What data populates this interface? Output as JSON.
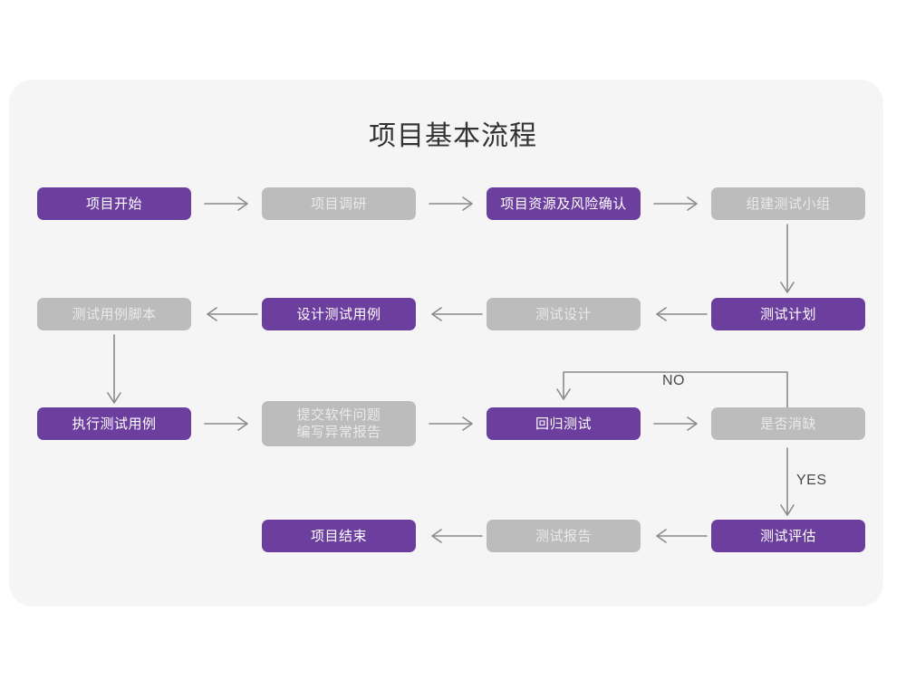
{
  "page": {
    "title": "项目基本流程",
    "background_color": "#ffffff",
    "card_color": "#f5f5f5"
  },
  "theme": {
    "purple": "#6c3f9e",
    "gray": "#bcbcbc",
    "purple_text": "#ffffff",
    "gray_text": "#eaeaea",
    "connector": "#8a8a8a",
    "title_color": "#333333"
  },
  "flowchart": {
    "type": "flowchart",
    "nodes": [
      {
        "id": "n1",
        "label": "项目开始",
        "style": "purple",
        "row": 1,
        "col": 1
      },
      {
        "id": "n2",
        "label": "项目调研",
        "style": "gray",
        "row": 1,
        "col": 2
      },
      {
        "id": "n3",
        "label": "项目资源及风险确认",
        "style": "purple",
        "row": 1,
        "col": 3
      },
      {
        "id": "n4",
        "label": "组建测试小组",
        "style": "gray",
        "row": 1,
        "col": 4
      },
      {
        "id": "n5",
        "label": "测试用例脚本",
        "style": "gray",
        "row": 2,
        "col": 1
      },
      {
        "id": "n6",
        "label": "设计测试用例",
        "style": "purple",
        "row": 2,
        "col": 2
      },
      {
        "id": "n7",
        "label": "测试设计",
        "style": "gray",
        "row": 2,
        "col": 3
      },
      {
        "id": "n8",
        "label": "测试计划",
        "style": "purple",
        "row": 2,
        "col": 4
      },
      {
        "id": "n9",
        "label": "执行测试用例",
        "style": "purple",
        "row": 3,
        "col": 1
      },
      {
        "id": "n10",
        "label": "提交软件问题\n编写异常报告",
        "style": "gray",
        "row": 3,
        "col": 2,
        "tall": true
      },
      {
        "id": "n11",
        "label": "回归测试",
        "style": "purple",
        "row": 3,
        "col": 3
      },
      {
        "id": "n12",
        "label": "是否消缺",
        "style": "gray",
        "row": 3,
        "col": 4
      },
      {
        "id": "n13",
        "label": "项目结束",
        "style": "purple",
        "row": 4,
        "col": 2
      },
      {
        "id": "n14",
        "label": "测试报告",
        "style": "gray",
        "row": 4,
        "col": 3
      },
      {
        "id": "n15",
        "label": "测试评估",
        "style": "purple",
        "row": 4,
        "col": 4
      }
    ],
    "edges": [
      {
        "from": "n1",
        "to": "n2",
        "direction": "right",
        "label": ""
      },
      {
        "from": "n2",
        "to": "n3",
        "direction": "right",
        "label": ""
      },
      {
        "from": "n3",
        "to": "n4",
        "direction": "right",
        "label": ""
      },
      {
        "from": "n4",
        "to": "n8",
        "direction": "down",
        "label": ""
      },
      {
        "from": "n8",
        "to": "n7",
        "direction": "left",
        "label": ""
      },
      {
        "from": "n7",
        "to": "n6",
        "direction": "left",
        "label": ""
      },
      {
        "from": "n6",
        "to": "n5",
        "direction": "left",
        "label": ""
      },
      {
        "from": "n5",
        "to": "n9",
        "direction": "down",
        "label": ""
      },
      {
        "from": "n9",
        "to": "n10",
        "direction": "right",
        "label": ""
      },
      {
        "from": "n10",
        "to": "n11",
        "direction": "right",
        "label": ""
      },
      {
        "from": "n11",
        "to": "n12",
        "direction": "right",
        "label": ""
      },
      {
        "from": "n12",
        "to": "n11",
        "direction": "loop-back-up",
        "label": "NO"
      },
      {
        "from": "n12",
        "to": "n15",
        "direction": "down",
        "label": "YES"
      },
      {
        "from": "n15",
        "to": "n14",
        "direction": "left",
        "label": ""
      },
      {
        "from": "n14",
        "to": "n13",
        "direction": "left",
        "label": ""
      }
    ],
    "labels": {
      "no": "NO",
      "yes": "YES"
    }
  }
}
